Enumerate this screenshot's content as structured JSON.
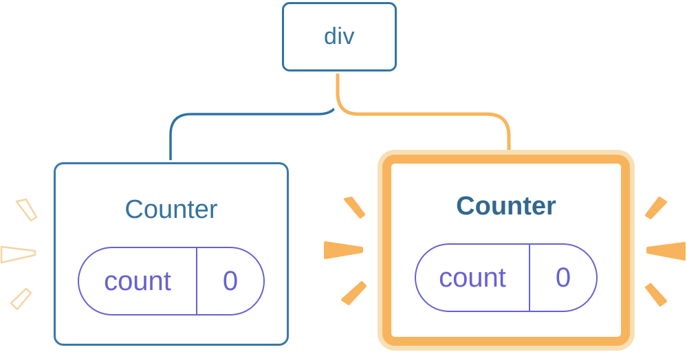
{
  "diagram": {
    "description": "React component tree diagram: a root div element with two Counter children, each holding a count state of 0; the right Counter is highlighted as updated.",
    "root": {
      "label": "div"
    },
    "children": [
      {
        "title": "Counter",
        "state": {
          "key": "count",
          "value": "0"
        },
        "highlighted": false
      },
      {
        "title": "Counter",
        "state": {
          "key": "count",
          "value": "0"
        },
        "highlighted": true
      }
    ]
  },
  "colors": {
    "steel_blue": "#35719F",
    "border_blue": "#3879A9",
    "purple": "#6661D0",
    "orange": "#F8B45C",
    "pale_orange": "#F8DFB4",
    "card_background": "#FFFFFF"
  }
}
